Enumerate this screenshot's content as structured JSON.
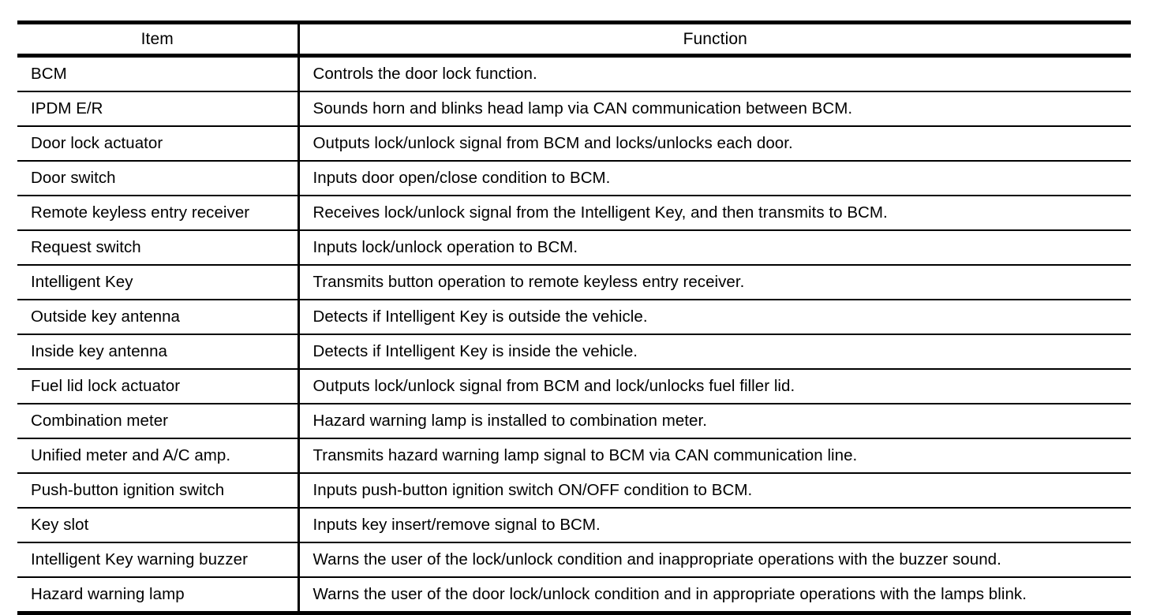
{
  "table": {
    "columns": [
      {
        "key": "item",
        "label": "Item"
      },
      {
        "key": "function",
        "label": "Function"
      }
    ],
    "rows": [
      {
        "item": "BCM",
        "function": "Controls the door lock function."
      },
      {
        "item": "IPDM E/R",
        "function": "Sounds horn and blinks head lamp via CAN communication between BCM."
      },
      {
        "item": "Door lock actuator",
        "function": "Outputs lock/unlock signal from BCM and locks/unlocks each door."
      },
      {
        "item": "Door switch",
        "function": "Inputs door open/close condition to BCM."
      },
      {
        "item": "Remote keyless entry receiver",
        "function": "Receives lock/unlock signal from the Intelligent Key, and then transmits to BCM."
      },
      {
        "item": "Request switch",
        "function": "Inputs lock/unlock operation to BCM."
      },
      {
        "item": "Intelligent Key",
        "function": "Transmits button operation to remote keyless entry receiver."
      },
      {
        "item": "Outside key antenna",
        "function": "Detects if Intelligent Key is outside the vehicle."
      },
      {
        "item": "Inside key antenna",
        "function": "Detects if Intelligent Key is inside the vehicle."
      },
      {
        "item": "Fuel lid lock actuator",
        "function": "Outputs lock/unlock signal from BCM and lock/unlocks fuel filler lid."
      },
      {
        "item": "Combination meter",
        "function": "Hazard warning lamp is installed to combination meter."
      },
      {
        "item": "Unified meter and A/C amp.",
        "function": "Transmits hazard warning lamp signal to BCM via CAN communication line."
      },
      {
        "item": "Push-button ignition switch",
        "function": "Inputs push-button ignition switch ON/OFF condition to BCM."
      },
      {
        "item": "Key slot",
        "function": "Inputs key insert/remove signal to BCM."
      },
      {
        "item": "Intelligent Key warning buzzer",
        "function": "Warns the user of the lock/unlock condition and inappropriate operations with the buzzer sound."
      },
      {
        "item": "Hazard warning lamp",
        "function": "Warns the user of the door lock/unlock condition and in appropriate operations with the lamps blink."
      }
    ]
  },
  "colors": {
    "rule": "#000000",
    "text": "#000000",
    "background": "#ffffff"
  }
}
